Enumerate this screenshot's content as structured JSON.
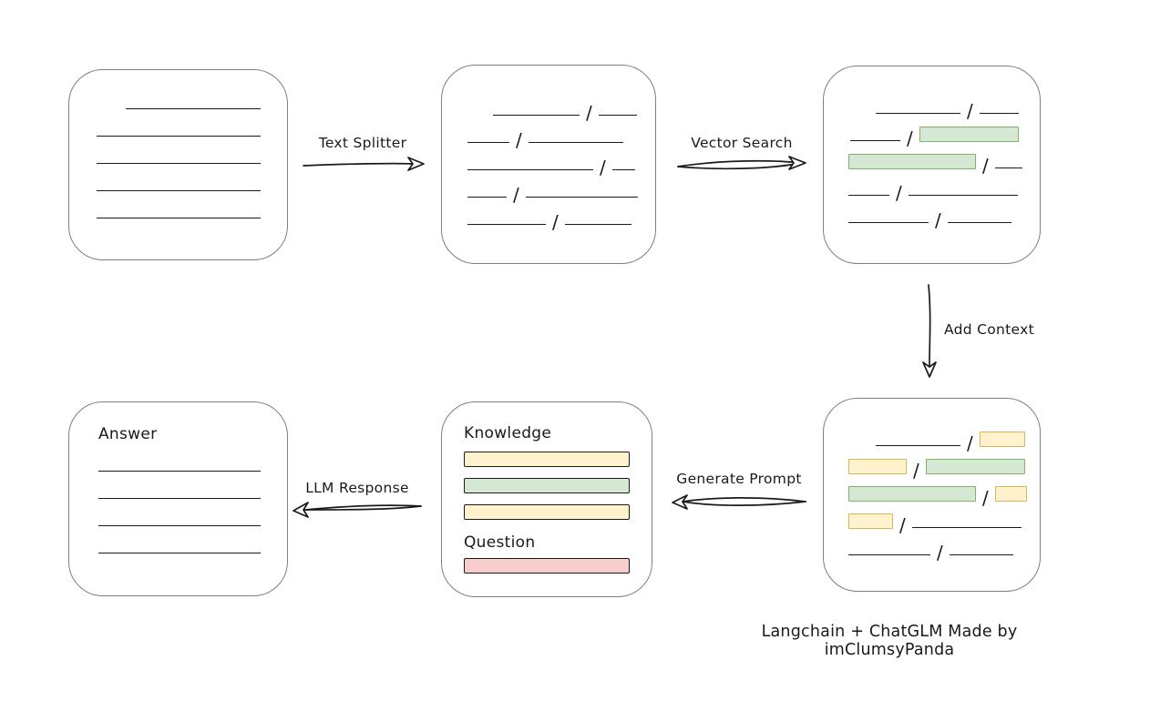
{
  "caption": "Langchain + ChatGLM Made by imClumsyPanda",
  "colors": {
    "line": "#1a1a1a",
    "box_border": "#7f7f7f",
    "green_fill": "#d5e8d4",
    "green_border": "#82b366",
    "yellow_fill": "#fff2cc",
    "yellow_border": "#d6b656",
    "red_fill": "#f8cecc",
    "red_border": "#b85450"
  },
  "arrows": {
    "text_splitter": {
      "label": "Text Splitter",
      "direction": "right"
    },
    "vector_search": {
      "label": "Vector Search",
      "direction": "right"
    },
    "add_context": {
      "label": "Add Context",
      "direction": "down"
    },
    "generate_prompt": {
      "label": "Generate Prompt",
      "direction": "left"
    },
    "llm_response": {
      "label": "LLM Response",
      "direction": "left"
    }
  },
  "boxes": {
    "source_document": {
      "description": "document with plain text lines",
      "rows": [
        {
          "indent": 32,
          "segments": [
            {
              "kind": "line",
              "w": 148
            }
          ]
        },
        {
          "indent": 0,
          "segments": [
            {
              "kind": "line",
              "w": 180
            }
          ]
        },
        {
          "indent": 0,
          "segments": [
            {
              "kind": "line",
              "w": 180
            }
          ]
        },
        {
          "indent": 0,
          "segments": [
            {
              "kind": "line",
              "w": 180
            }
          ]
        },
        {
          "indent": 0,
          "segments": [
            {
              "kind": "line",
              "w": 180
            }
          ]
        }
      ]
    },
    "split_chunks": {
      "description": "text split into chunks separated by slashes",
      "rows": [
        {
          "indent": 30,
          "segments": [
            {
              "kind": "line",
              "w": 95
            },
            {
              "kind": "line",
              "w": 42
            }
          ]
        },
        {
          "indent": 2,
          "segments": [
            {
              "kind": "line",
              "w": 46
            },
            {
              "kind": "line",
              "w": 104
            }
          ]
        },
        {
          "indent": 2,
          "segments": [
            {
              "kind": "line",
              "w": 138
            },
            {
              "kind": "line",
              "w": 25
            }
          ]
        },
        {
          "indent": 2,
          "segments": [
            {
              "kind": "line",
              "w": 43
            },
            {
              "kind": "line",
              "w": 123
            }
          ]
        },
        {
          "indent": 2,
          "segments": [
            {
              "kind": "line",
              "w": 86
            },
            {
              "kind": "line",
              "w": 73
            }
          ]
        }
      ]
    },
    "matched_chunks": {
      "description": "chunks matched by vector search highlighted green",
      "rows": [
        {
          "indent": 30,
          "segments": [
            {
              "kind": "line",
              "w": 93
            },
            {
              "kind": "line",
              "w": 43
            }
          ]
        },
        {
          "indent": 2,
          "segments": [
            {
              "kind": "line",
              "w": 55
            },
            {
              "kind": "green",
              "w": 107
            }
          ]
        },
        {
          "indent": 0,
          "segments": [
            {
              "kind": "green",
              "w": 138
            },
            {
              "kind": "line",
              "w": 30
            }
          ]
        },
        {
          "indent": 0,
          "segments": [
            {
              "kind": "line",
              "w": 45
            },
            {
              "kind": "line",
              "w": 120
            }
          ]
        },
        {
          "indent": 0,
          "segments": [
            {
              "kind": "line",
              "w": 88
            },
            {
              "kind": "line",
              "w": 70
            }
          ]
        }
      ]
    },
    "context_chunks": {
      "description": "matched chunks with added context highlighted yellow",
      "rows": [
        {
          "indent": 30,
          "segments": [
            {
              "kind": "line",
              "w": 93
            },
            {
              "kind": "yellow",
              "w": 48
            }
          ]
        },
        {
          "indent": 0,
          "segments": [
            {
              "kind": "yellow",
              "w": 62
            },
            {
              "kind": "green",
              "w": 107
            }
          ]
        },
        {
          "indent": 0,
          "segments": [
            {
              "kind": "green",
              "w": 138
            },
            {
              "kind": "yellow",
              "w": 33
            }
          ]
        },
        {
          "indent": 0,
          "segments": [
            {
              "kind": "yellow",
              "w": 47
            },
            {
              "kind": "line",
              "w": 120
            }
          ]
        },
        {
          "indent": 0,
          "segments": [
            {
              "kind": "line",
              "w": 90
            },
            {
              "kind": "line",
              "w": 70
            }
          ]
        }
      ]
    },
    "prompt": {
      "knowledge_label": "Knowledge",
      "question_label": "Question",
      "knowledge_bars": [
        "yellow",
        "green",
        "yellow"
      ],
      "question_bars": [
        "red"
      ]
    },
    "answer": {
      "label": "Answer",
      "rows": [
        {
          "indent": 0,
          "segments": [
            {
              "kind": "line",
              "w": 178
            }
          ]
        },
        {
          "indent": 0,
          "segments": [
            {
              "kind": "line",
              "w": 178
            }
          ]
        },
        {
          "indent": 0,
          "segments": [
            {
              "kind": "line",
              "w": 178
            }
          ]
        },
        {
          "indent": 0,
          "segments": [
            {
              "kind": "line",
              "w": 178
            }
          ]
        }
      ]
    }
  }
}
